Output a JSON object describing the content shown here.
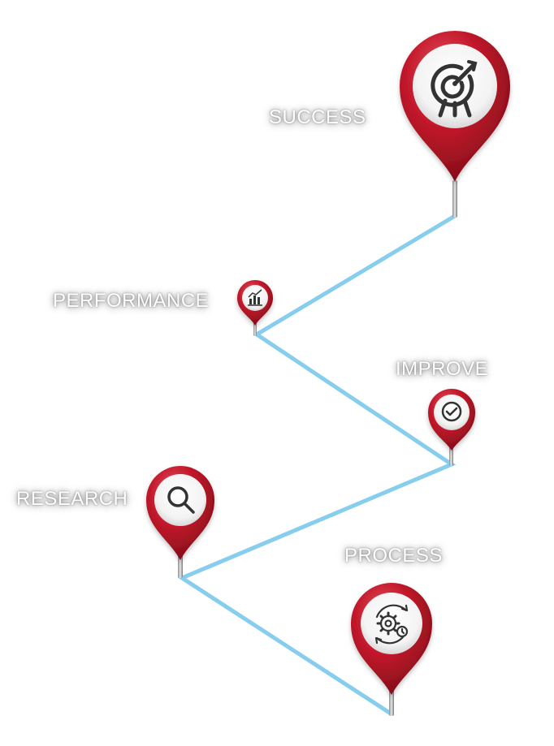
{
  "colors": {
    "path_line": "#86cdee",
    "pin_red_dark": "#8a0e1a",
    "pin_red": "#c3192b",
    "pin_red_light": "#e54656",
    "label_text": "#ffffff",
    "icon_stroke": "#333333"
  },
  "milestones": [
    {
      "id": "success",
      "label": "SUCCESS",
      "icon": "target-icon"
    },
    {
      "id": "performance",
      "label": "PERFORMANCE",
      "icon": "bar-chart-icon"
    },
    {
      "id": "improve",
      "label": "IMPROVE",
      "icon": "check-circle-icon"
    },
    {
      "id": "research",
      "label": "RESEARCH",
      "icon": "search-icon"
    },
    {
      "id": "process",
      "label": "PROCESS",
      "icon": "gear-cycle-icon"
    }
  ]
}
